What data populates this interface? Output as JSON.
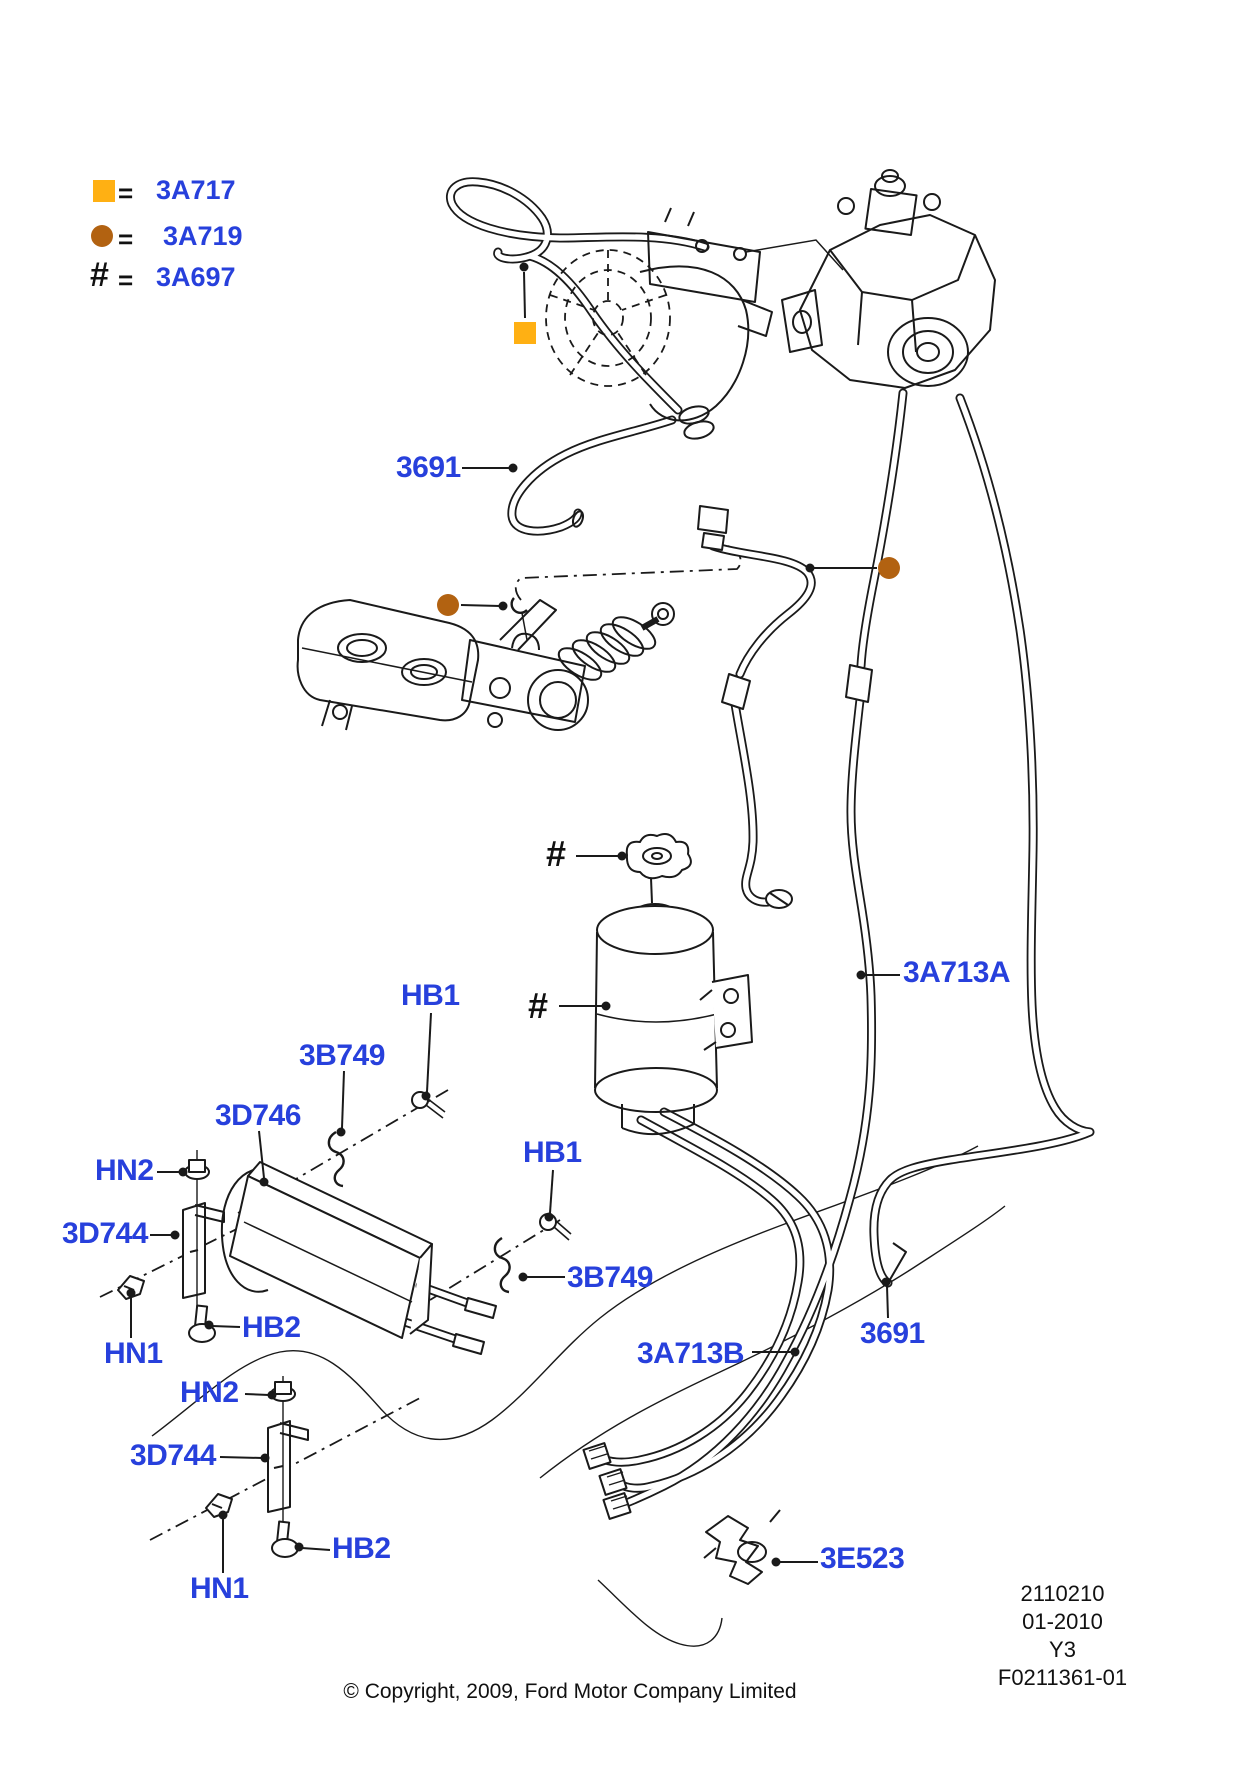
{
  "title": "Power steering hoses parts diagram",
  "colors": {
    "label_blue": "#2740DC",
    "marker_orange": "#FFB013",
    "marker_brown": "#B26211",
    "line_black": "#1A1A1A"
  },
  "legend": {
    "eq": "=",
    "hash_symbol": "#",
    "rows": [
      {
        "marker": "orange-square",
        "part": "3A717"
      },
      {
        "marker": "brown-circle",
        "part": "3A719"
      },
      {
        "marker": "hash",
        "part": "3A697"
      }
    ]
  },
  "hash_markers": {
    "cap": "#",
    "reservoir": "#"
  },
  "callouts": {
    "c3691_top": "3691",
    "c3a713a": "3A713A",
    "chb1_a": "HB1",
    "c3b749_a": "3B749",
    "c3d746": "3D746",
    "chn2_a": "HN2",
    "c3d744_a": "3D744",
    "chb1_b": "HB1",
    "c3b749_b": "3B749",
    "chn1_a": "HN1",
    "chb2_a": "HB2",
    "chn2_b": "HN2",
    "c3d744_b": "3D744",
    "chn1_b": "HN1",
    "chb2_b": "HB2",
    "c3a713b": "3A713B",
    "c3691_bottom": "3691",
    "c3e523": "3E523"
  },
  "footer": {
    "doc_number": "2110210",
    "date": "01-2010",
    "rev": "Y3",
    "figure": "F0211361-01",
    "copyright": "© Copyright, 2009, Ford Motor Company Limited"
  }
}
